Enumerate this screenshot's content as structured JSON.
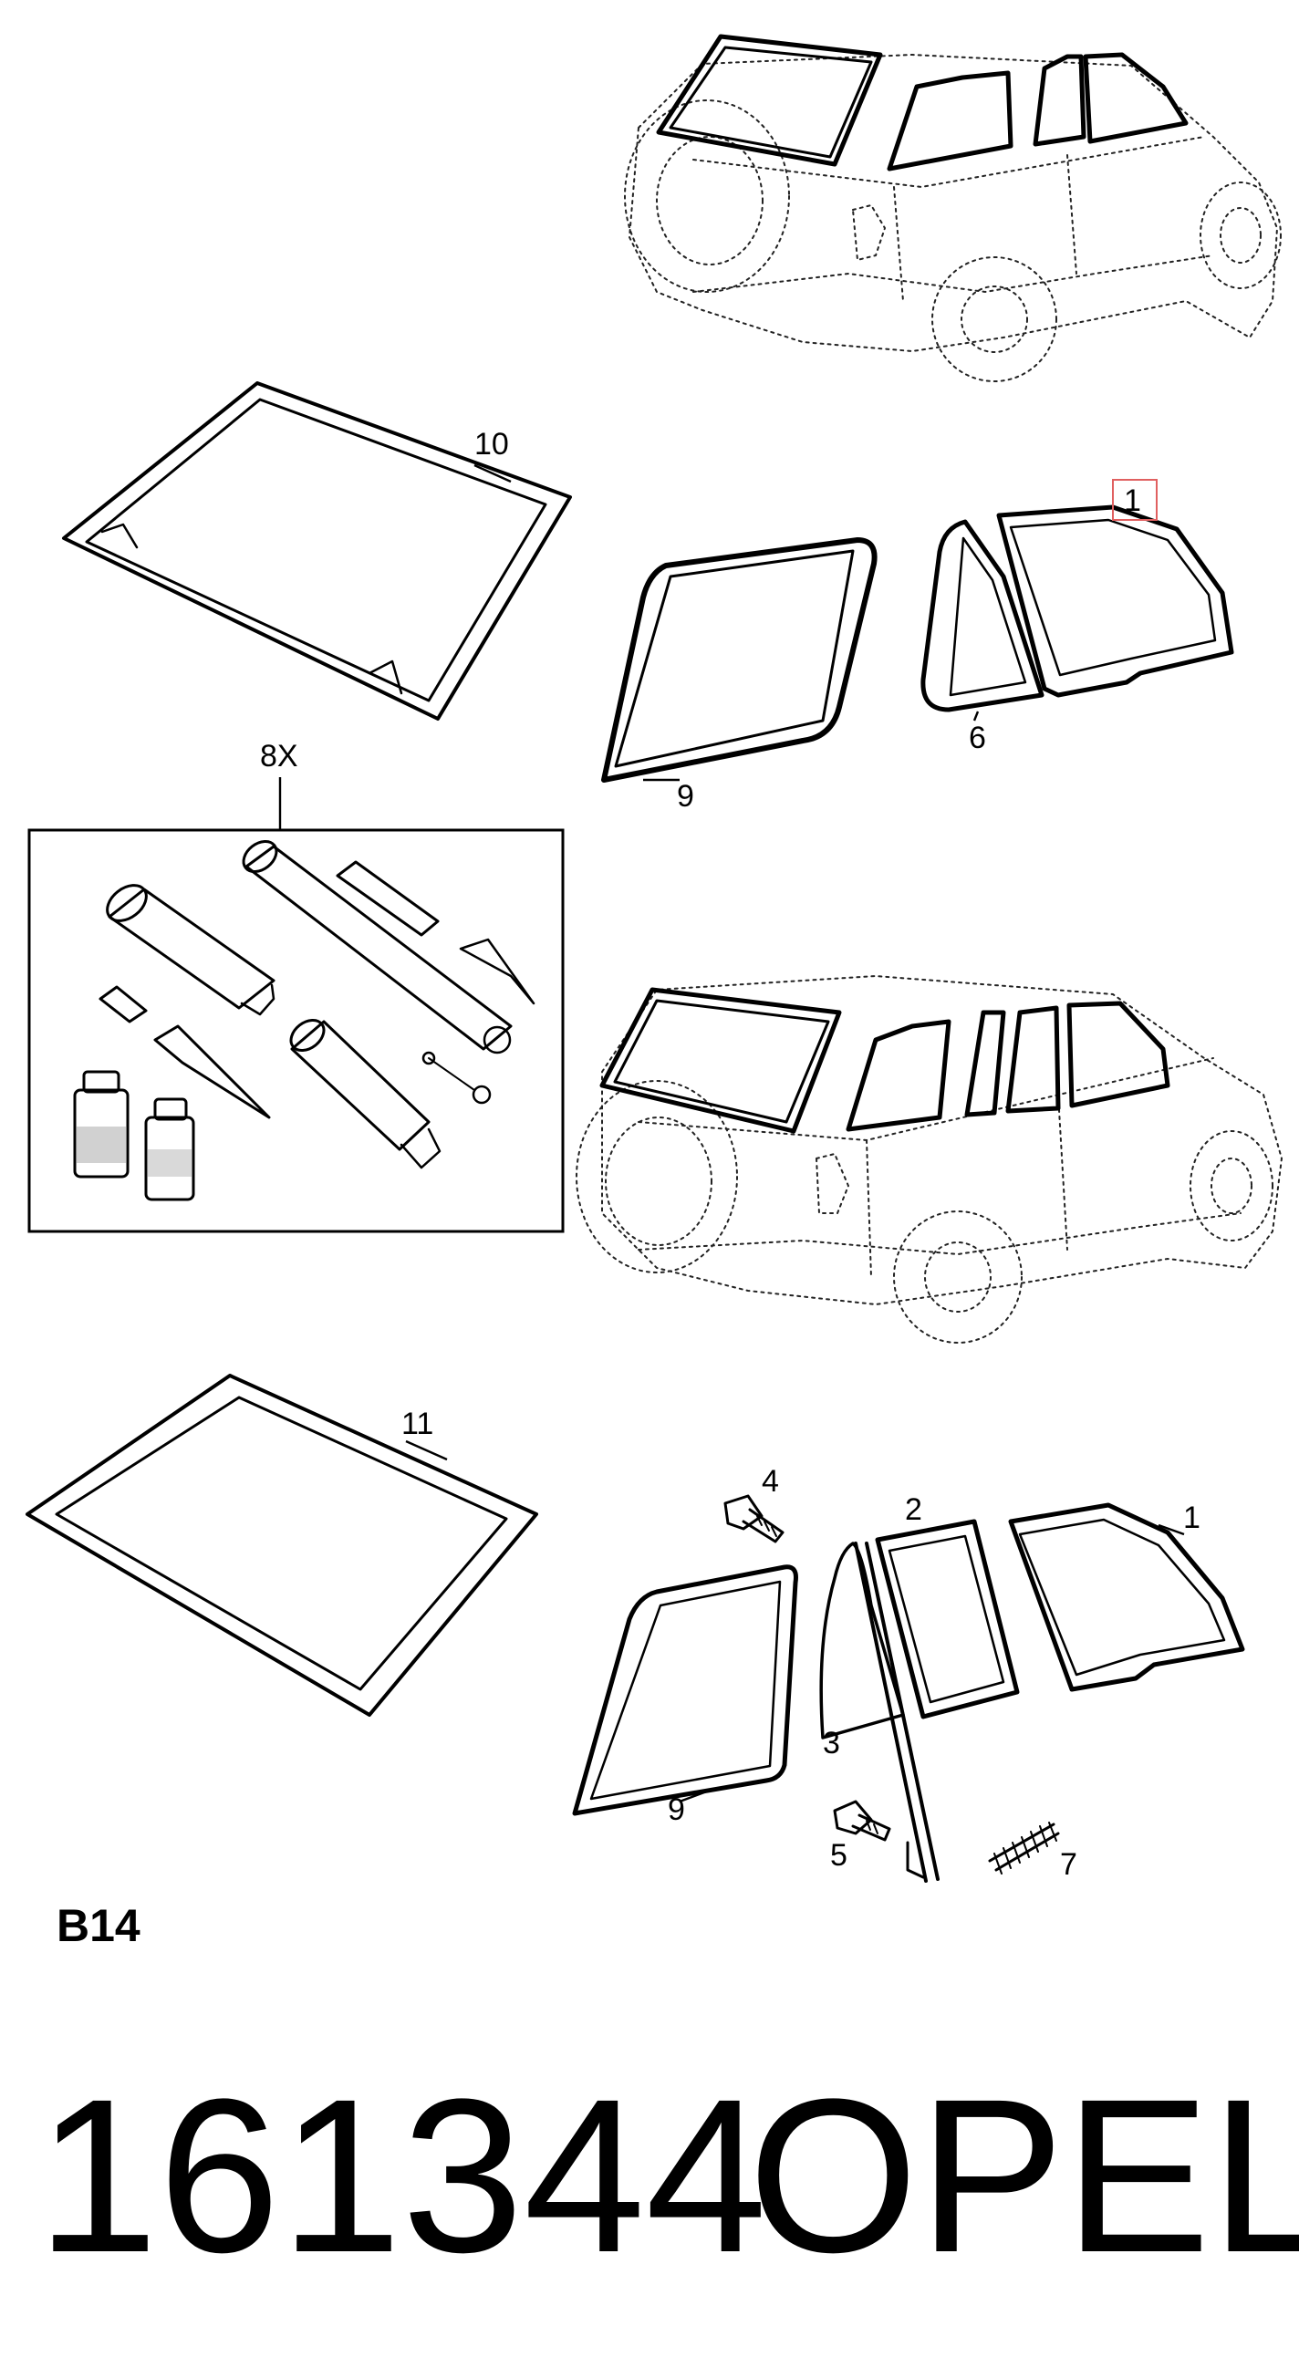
{
  "callouts": {
    "c10": "10",
    "c1_top": "1",
    "c9_top": "9",
    "c6": "6",
    "c8x": "8X",
    "c11": "11",
    "c4": "4",
    "c2": "2",
    "c1_bottom": "1",
    "c3": "3",
    "c9_bottom": "9",
    "c5": "5",
    "c7": "7"
  },
  "section_code": "B14",
  "footer": {
    "part_number": "161344",
    "brand": "OPEL"
  },
  "colors": {
    "highlight_box": "#e06060",
    "ink": "#000000"
  }
}
